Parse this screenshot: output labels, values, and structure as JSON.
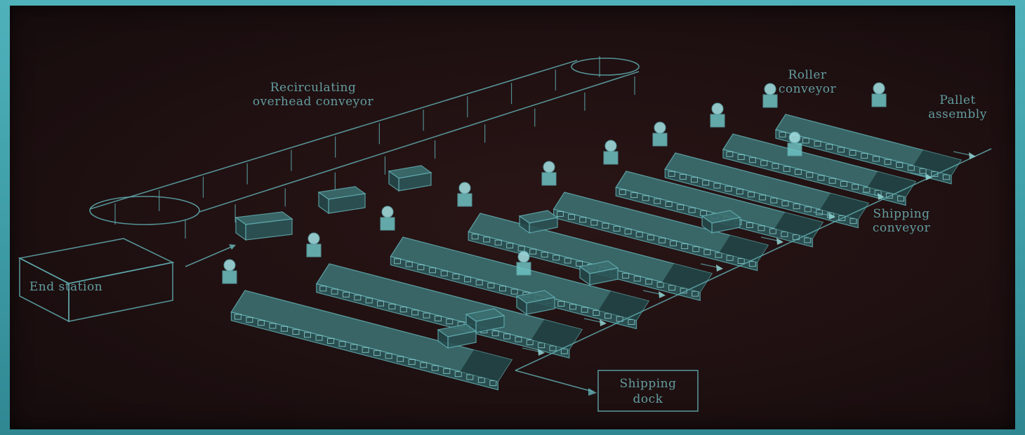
{
  "diagram": {
    "labels": {
      "recirculating": [
        "Recirculating",
        "overhead conveyor"
      ],
      "roller": [
        "Roller",
        "conveyor"
      ],
      "pallet": [
        "Pallet",
        "assembly"
      ],
      "shipping_conveyor": [
        "Shipping",
        "conveyor"
      ],
      "end_station": "End station",
      "shipping_dock": [
        "Shipping",
        "dock"
      ]
    }
  },
  "colors": {
    "screen": "#1f1011",
    "line": "#5fa9ad",
    "conveyor_fill": "#2c5557",
    "conveyor_top": "#3c6f70",
    "robot": "#6fc4c4"
  }
}
